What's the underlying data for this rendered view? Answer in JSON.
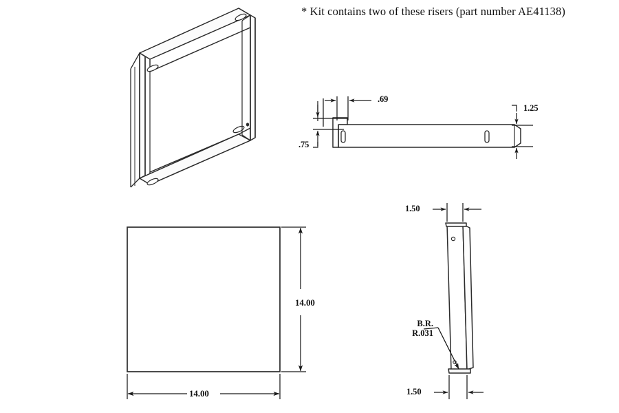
{
  "document": {
    "title": "Riser Bracket Technical Drawing",
    "background_color": "#ffffff",
    "line_color": "#1a1a1a",
    "text_color": "#111111"
  },
  "note": {
    "text": "* Kit contains two of these risers (part number AE41138)"
  },
  "views": {
    "isometric": {
      "name": "isometric-riser-frame"
    },
    "side_profile": {
      "name": "side-profile-view"
    },
    "front": {
      "name": "front-square-view"
    },
    "right_elevation": {
      "name": "right-elevation-view"
    }
  },
  "dimensions": {
    "profile_flange_offset": ".69",
    "profile_flange_height": ".75",
    "profile_body_height": "1.25",
    "front_width": "14.00",
    "front_height": "14.00",
    "elevation_top_width": "1.50",
    "elevation_bottom_width": "1.50"
  },
  "callouts": {
    "bend_radius_line1": "B.R.",
    "bend_radius_line2": "R.031"
  }
}
